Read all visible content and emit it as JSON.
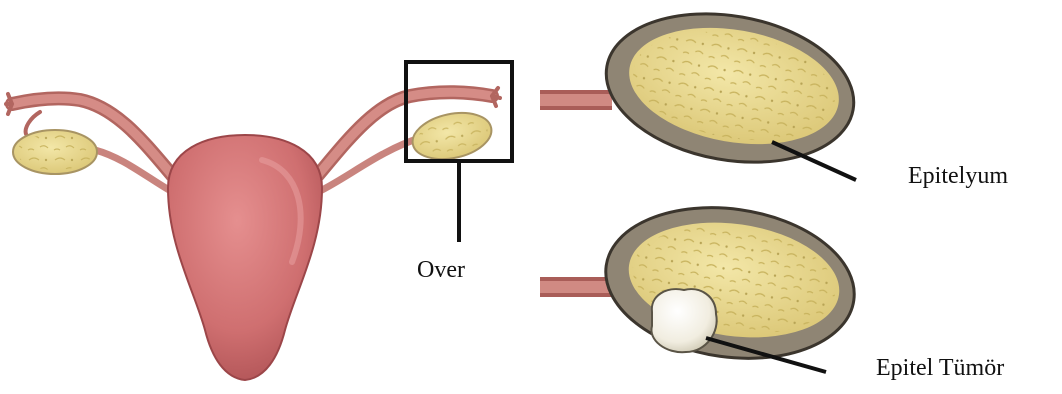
{
  "labels": {
    "ovary": "Over",
    "epithelium": "Epitelyum",
    "epithelial_tumor": "Epitel Tümör"
  },
  "colors": {
    "uterus": "#cf6f70",
    "uterus_shadow": "#a94d50",
    "tube": "#c87c78",
    "ovary_tissue": "#e9d98a",
    "ovary_rim": "#8d8272",
    "tumor": "#f3f0e4",
    "outline": "#111111"
  }
}
